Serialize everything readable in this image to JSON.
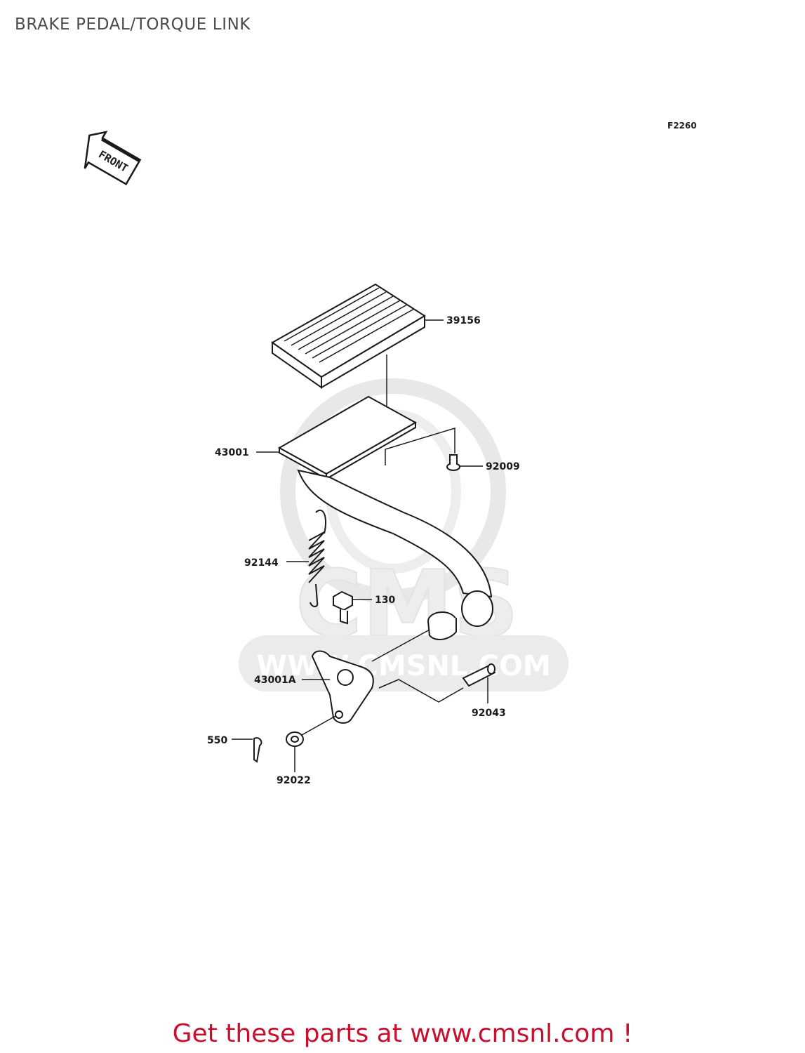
{
  "title": "BRAKE PEDAL/TORQUE LINK",
  "figure_code": "F2260",
  "front_indicator": "FRONT",
  "watermark_url": "WWW.CMSNL.COM",
  "watermark_logo": "CMS",
  "parts": [
    {
      "number": "39156"
    },
    {
      "number": "43001"
    },
    {
      "number": "92009"
    },
    {
      "number": "92144"
    },
    {
      "number": "130"
    },
    {
      "number": "43001A"
    },
    {
      "number": "92043"
    },
    {
      "number": "550"
    },
    {
      "number": "92022"
    }
  ],
  "footer": "Get these parts at www.cmsnl.com !",
  "colors": {
    "footer": "#c8102e",
    "line": "#1a1a1a",
    "watermark": "#e3e3e3"
  }
}
